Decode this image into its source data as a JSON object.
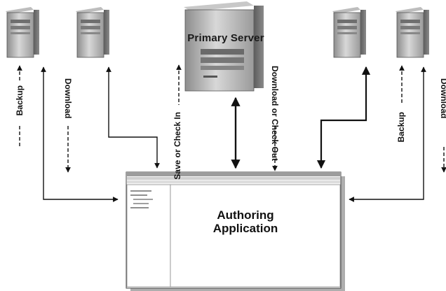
{
  "diagram": {
    "primary_server_label": "Primary Server",
    "app_label_line1": "Authoring",
    "app_label_line2": "Application",
    "labels": {
      "backup": "Backup",
      "download": "Download",
      "save_line1": "Save or",
      "save_line2": "Check In",
      "dl_line1": "Download or",
      "dl_line2": "Check Out"
    }
  }
}
